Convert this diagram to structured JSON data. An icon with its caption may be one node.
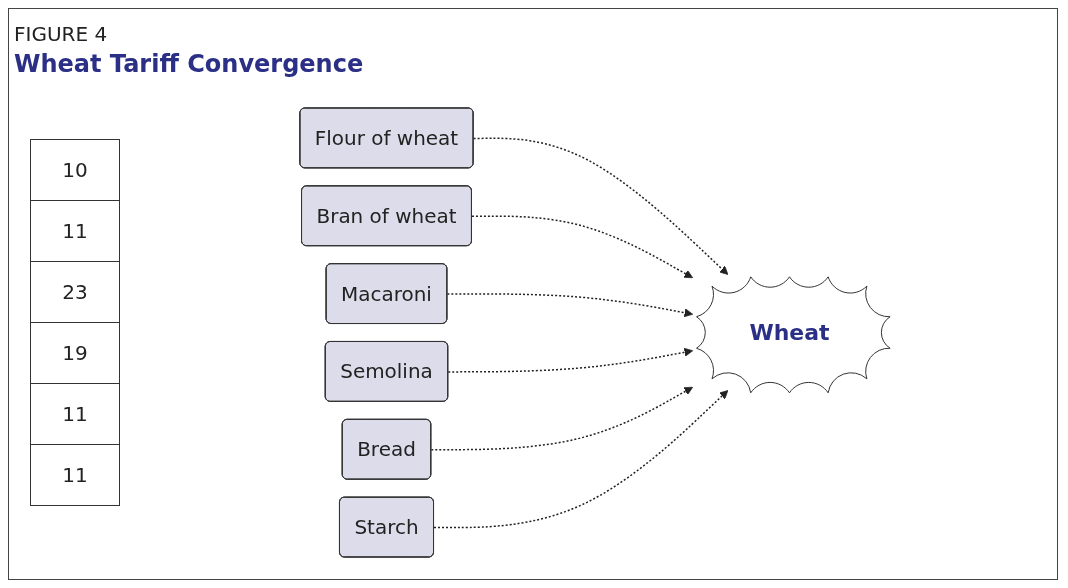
{
  "diagram": {
    "title": "Wheat Tariff Convergence",
    "nodes": [
      {
        "text": [
          "Flour of wheat"
        ]
      },
      {
        "text": [
          "Bran of wheat"
        ]
      },
      {
        "text": [
          "Macaroni"
        ]
      },
      {
        "text": [
          "Semolina"
        ]
      },
      {
        "text": [
          "Bread"
        ]
      },
      {
        "text": [
          "Starch"
        ]
      },
      {
        "text": [
          "Wheat"
        ]
      }
    ],
    "edges": [
      {
        "from": 0,
        "to": 6,
        "arrow": "to",
        "style": "dashed"
      },
      {
        "from": 1,
        "to": 6,
        "arrow": "to",
        "style": "dashed"
      },
      {
        "from": 2,
        "to": 6,
        "arrow": "to",
        "style": "dashed"
      },
      {
        "from": 3,
        "to": 6,
        "arrow": "to",
        "style": "dashed"
      },
      {
        "from": 4,
        "to": 6,
        "arrow": "to",
        "style": "dashed"
      },
      {
        "from": 5,
        "to": 6,
        "arrow": "to",
        "style": "dashed"
      }
    ],
    "labels": [
      "FIGURE 4",
      "10",
      "11",
      "23",
      "19",
      "11",
      "11"
    ]
  }
}
